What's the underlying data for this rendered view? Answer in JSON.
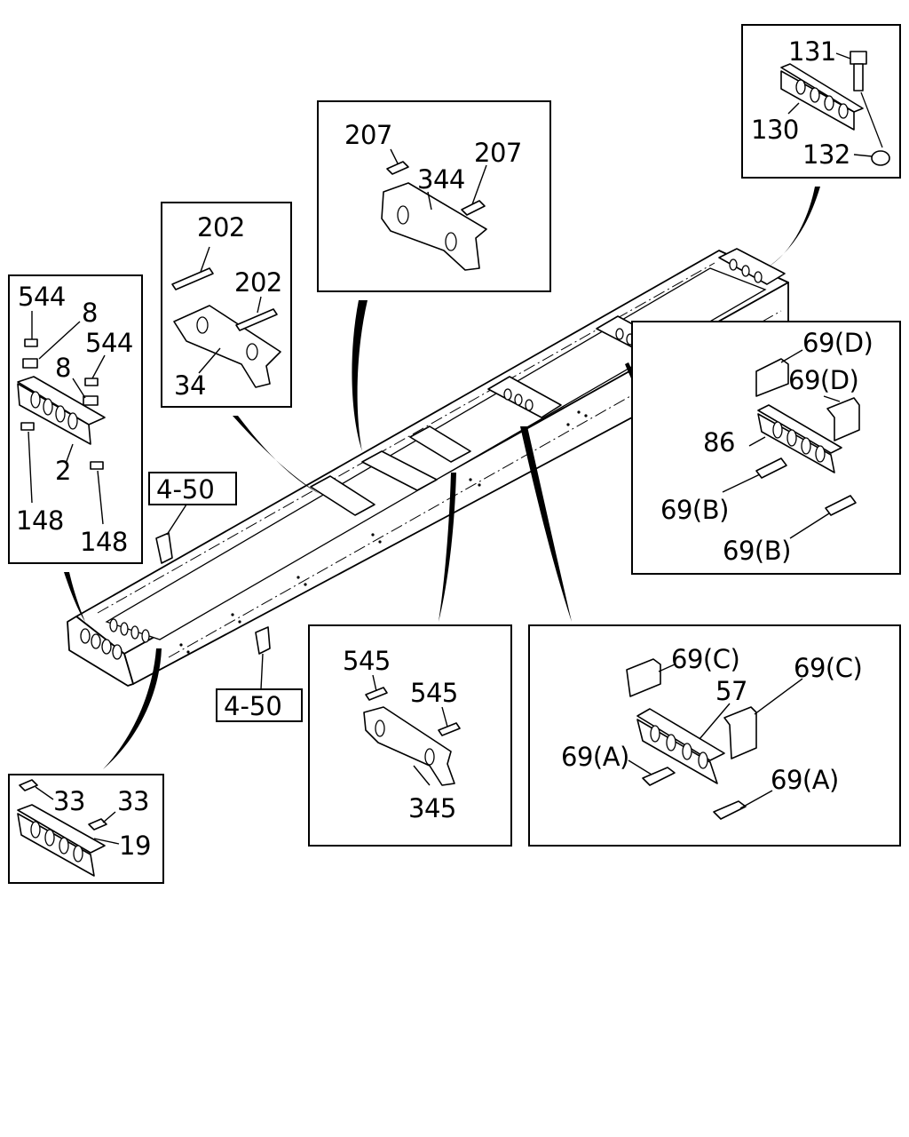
{
  "diagram": {
    "labels": {
      "p131": "131",
      "p130": "130",
      "p132": "132",
      "p207a": "207",
      "p207b": "207",
      "p344": "344",
      "p202a": "202",
      "p202b": "202",
      "p34": "34",
      "p544a": "544",
      "p544b": "544",
      "p8a": "8",
      "p8b": "8",
      "p2": "2",
      "p148a": "148",
      "p148b": "148",
      "p69Da": "69(D)",
      "p69Db": "69(D)",
      "p86": "86",
      "p69Ba": "69(B)",
      "p69Bb": "69(B)",
      "p545a": "545",
      "p545b": "545",
      "p345": "345",
      "p69Ca": "69(C)",
      "p69Cb": "69(C)",
      "p57": "57",
      "p69Aa": "69(A)",
      "p69Ab": "69(A)",
      "p33a": "33",
      "p33b": "33",
      "p19": "19",
      "ref_a": "4-50",
      "ref_b": "4-50"
    }
  }
}
